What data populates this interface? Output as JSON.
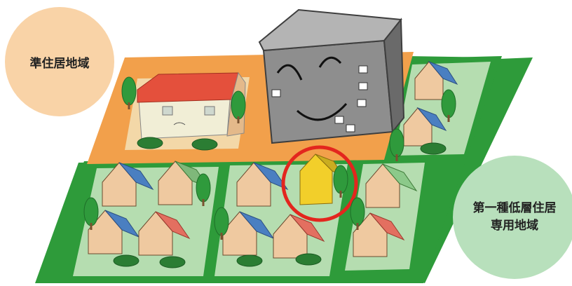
{
  "zones": {
    "quasi_residential": {
      "label": "準住居地域",
      "color": "#f9d3a7"
    },
    "low_rise_residential": {
      "line1": "第一種低層住居",
      "line2": "専用地域",
      "color": "#b8e0bc"
    }
  },
  "colors": {
    "green_base": "#2e9b3a",
    "green_plot": "#b5ddb0",
    "orange_base": "#f2a04b",
    "tan_plot": "#efd8a6",
    "highlight_ring": "#e3261e",
    "building_gray": "#8e8e8e"
  }
}
